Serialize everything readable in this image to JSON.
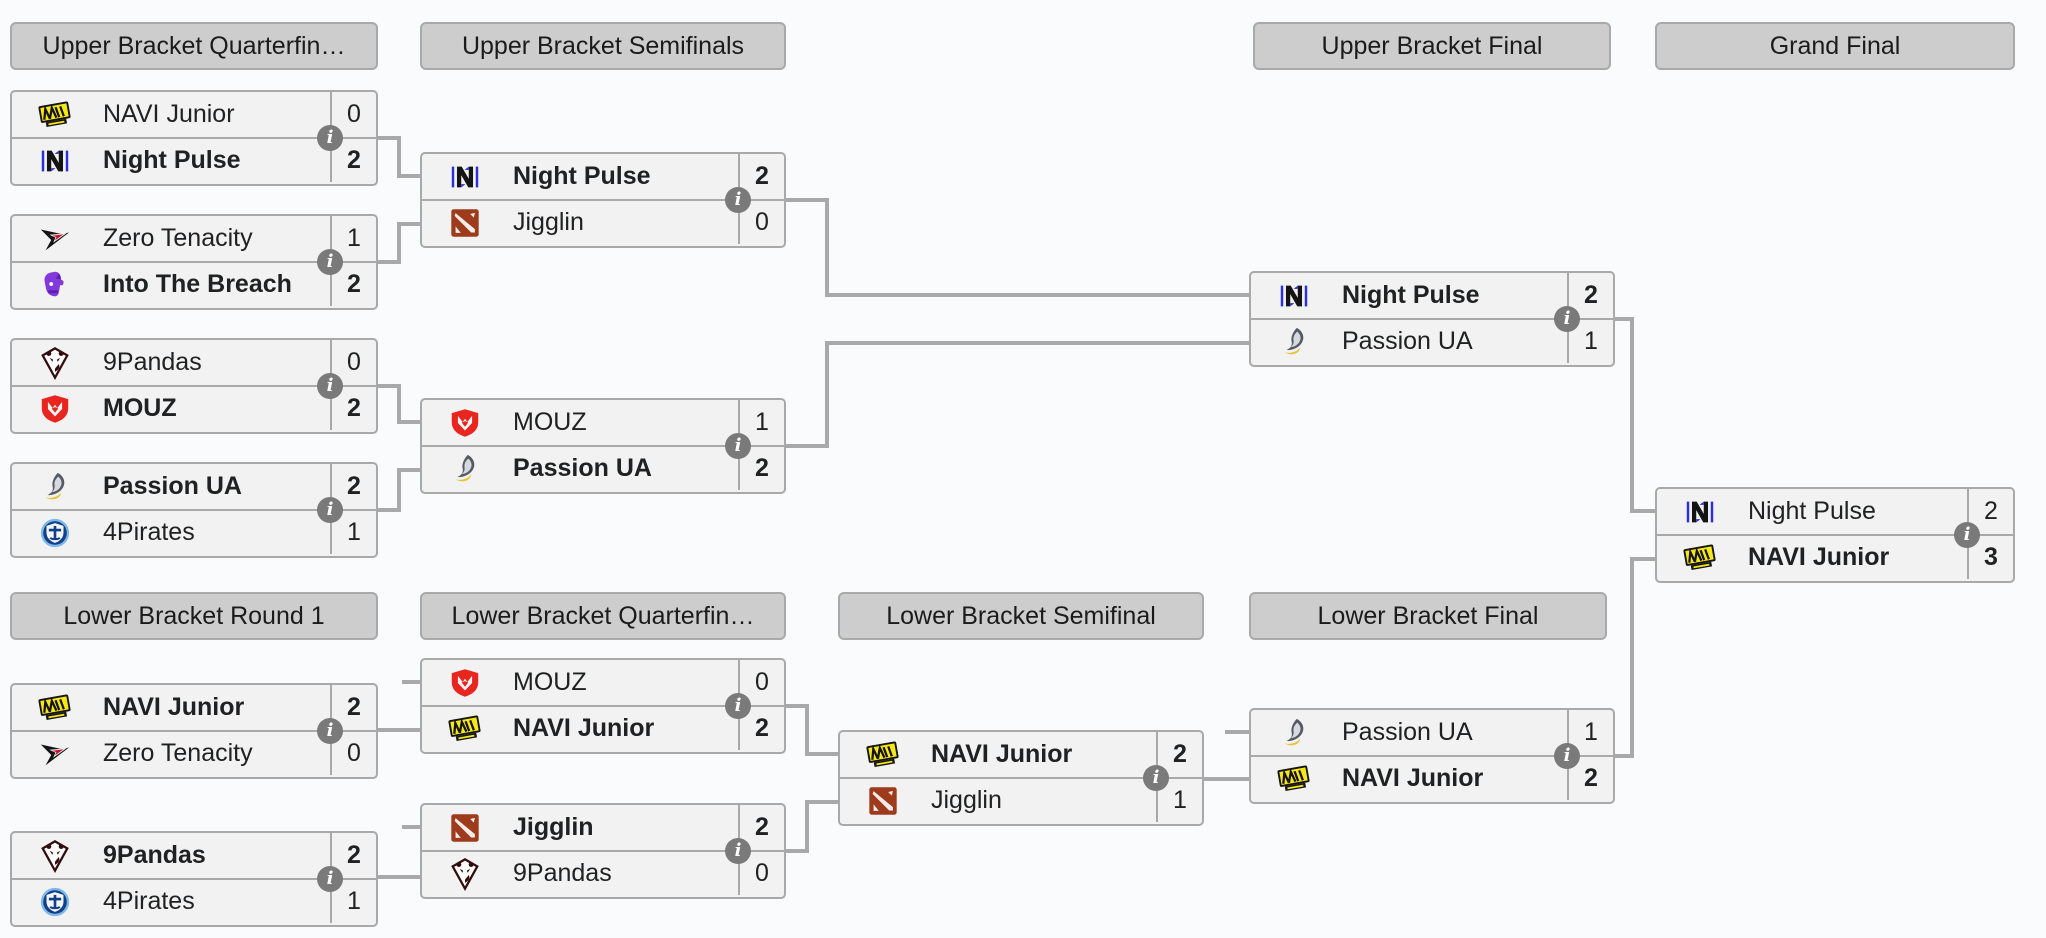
{
  "bracket": {
    "headers": {
      "ubqf": "Upper Bracket Quarterfin…",
      "ubsf": "Upper Bracket Semifinals",
      "ubf": "Upper Bracket Final",
      "gf": "Grand Final",
      "lbr1": "Lower Bracket Round 1",
      "lbqf": "Lower Bracket Quarterfin…",
      "lbsf": "Lower Bracket Semifinal",
      "lbf": "Lower Bracket Final"
    },
    "info_icon_glyph": "i",
    "matches": {
      "ubqf1": {
        "top": {
          "name": "NAVI Junior",
          "score": "0",
          "winner": false,
          "logo": "#logo-navi-junior"
        },
        "bottom": {
          "name": "Night Pulse",
          "score": "2",
          "winner": true,
          "logo": "#logo-night-pulse"
        }
      },
      "ubqf2": {
        "top": {
          "name": "Zero Tenacity",
          "score": "1",
          "winner": false,
          "logo": "#logo-zero-tenacity"
        },
        "bottom": {
          "name": "Into The Breach",
          "score": "2",
          "winner": true,
          "logo": "#logo-into-the-breach"
        }
      },
      "ubqf3": {
        "top": {
          "name": "9Pandas",
          "score": "0",
          "winner": false,
          "logo": "#logo-9pandas"
        },
        "bottom": {
          "name": "MOUZ",
          "score": "2",
          "winner": true,
          "logo": "#logo-mouz"
        }
      },
      "ubqf4": {
        "top": {
          "name": "Passion UA",
          "score": "2",
          "winner": true,
          "logo": "#logo-passion-ua"
        },
        "bottom": {
          "name": "4Pirates",
          "score": "1",
          "winner": false,
          "logo": "#logo-4pirates"
        }
      },
      "ubsf1": {
        "top": {
          "name": "Night Pulse",
          "score": "2",
          "winner": true,
          "logo": "#logo-night-pulse"
        },
        "bottom": {
          "name": "Jigglin",
          "score": "0",
          "winner": false,
          "logo": "#logo-jigglin"
        }
      },
      "ubsf2": {
        "top": {
          "name": "MOUZ",
          "score": "1",
          "winner": false,
          "logo": "#logo-mouz"
        },
        "bottom": {
          "name": "Passion UA",
          "score": "2",
          "winner": true,
          "logo": "#logo-passion-ua"
        }
      },
      "ubf": {
        "top": {
          "name": "Night Pulse",
          "score": "2",
          "winner": true,
          "logo": "#logo-night-pulse"
        },
        "bottom": {
          "name": "Passion UA",
          "score": "1",
          "winner": false,
          "logo": "#logo-passion-ua"
        }
      },
      "gf": {
        "top": {
          "name": "Night Pulse",
          "score": "2",
          "winner": false,
          "logo": "#logo-night-pulse"
        },
        "bottom": {
          "name": "NAVI Junior",
          "score": "3",
          "winner": true,
          "logo": "#logo-navi-junior"
        }
      },
      "lbr1m1": {
        "top": {
          "name": "NAVI Junior",
          "score": "2",
          "winner": true,
          "logo": "#logo-navi-junior"
        },
        "bottom": {
          "name": "Zero Tenacity",
          "score": "0",
          "winner": false,
          "logo": "#logo-zero-tenacity"
        }
      },
      "lbr1m2": {
        "top": {
          "name": "9Pandas",
          "score": "2",
          "winner": true,
          "logo": "#logo-9pandas"
        },
        "bottom": {
          "name": "4Pirates",
          "score": "1",
          "winner": false,
          "logo": "#logo-4pirates"
        }
      },
      "lbqf1": {
        "top": {
          "name": "MOUZ",
          "score": "0",
          "winner": false,
          "logo": "#logo-mouz"
        },
        "bottom": {
          "name": "NAVI Junior",
          "score": "2",
          "winner": true,
          "logo": "#logo-navi-junior"
        }
      },
      "lbqf2": {
        "top": {
          "name": "Jigglin",
          "score": "2",
          "winner": true,
          "logo": "#logo-jigglin"
        },
        "bottom": {
          "name": "9Pandas",
          "score": "0",
          "winner": false,
          "logo": "#logo-9pandas"
        }
      },
      "lbsf": {
        "top": {
          "name": "NAVI Junior",
          "score": "2",
          "winner": true,
          "logo": "#logo-navi-junior"
        },
        "bottom": {
          "name": "Jigglin",
          "score": "1",
          "winner": false,
          "logo": "#logo-jigglin"
        }
      },
      "lbf": {
        "top": {
          "name": "Passion UA",
          "score": "1",
          "winner": false,
          "logo": "#logo-passion-ua"
        },
        "bottom": {
          "name": "NAVI Junior",
          "score": "2",
          "winner": true,
          "logo": "#logo-navi-junior"
        }
      }
    },
    "colors": {
      "header_bg": "#cdcdcd",
      "row_bg": "#f2f2f2",
      "border": "#a9a9a9",
      "connector": "#a9a9a9",
      "info_badge": "#7a7a7a",
      "text": "#202122"
    }
  }
}
